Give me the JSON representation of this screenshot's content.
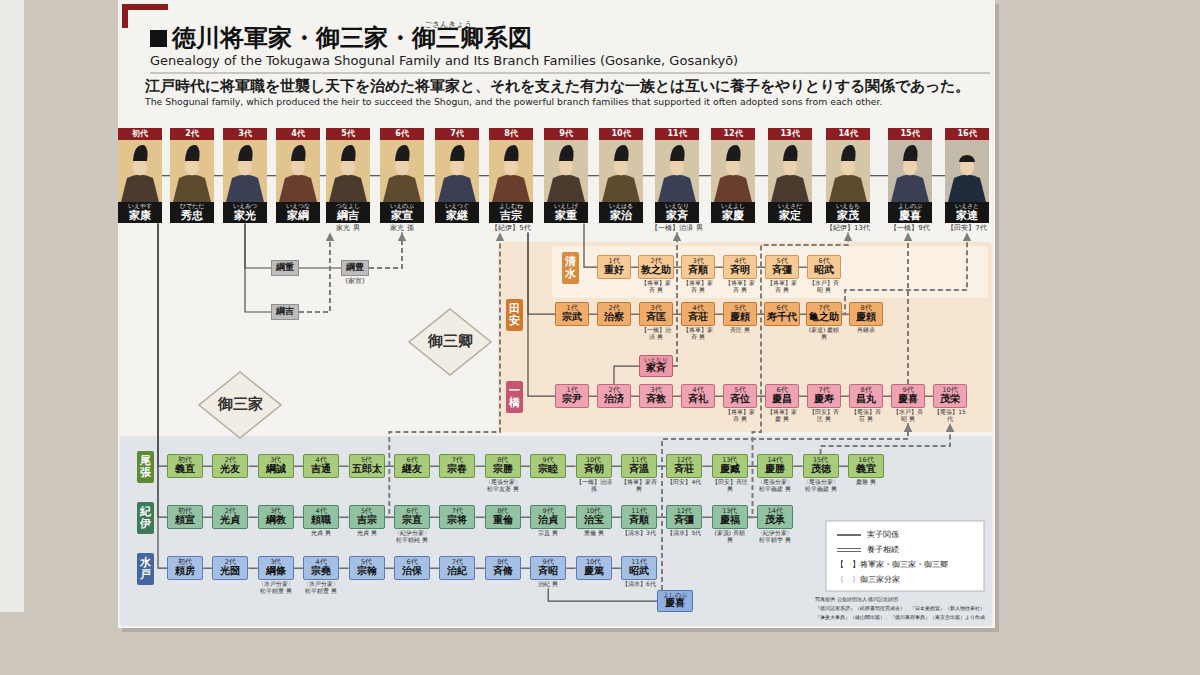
{
  "diagram": {
    "title": "徳川将軍家・御三家・御三卿系図",
    "nodes": [
      {
        "text": [
          "初代",
          "いえやす",
          "家康"
        ]
      },
      {
        "text": [
          "2代",
          "ひでただ",
          "秀忠"
        ]
      },
      {
        "text": [
          "3代",
          "いえみつ",
          "家光"
        ]
      },
      {
        "text": [
          "4代",
          "いえつな",
          "家綱"
        ]
      },
      {
        "text": [
          "5代",
          "つなよし",
          "綱吉",
          "家光 男"
        ]
      },
      {
        "text": [
          "6代",
          "いえのぶ",
          "家宣",
          "家光 孫"
        ]
      },
      {
        "text": [
          "7代",
          "いえつぐ",
          "家継"
        ]
      },
      {
        "text": [
          "8代",
          "よしむね",
          "吉宗",
          "【紀伊】5代"
        ]
      },
      {
        "text": [
          "9代",
          "いえしげ",
          "家重"
        ]
      },
      {
        "text": [
          "10代",
          "いえはる",
          "家治"
        ]
      },
      {
        "text": [
          "11代",
          "いえなり",
          "家斉",
          "【一橋】治済 男"
        ]
      },
      {
        "text": [
          "12代",
          "いえよし",
          "家慶"
        ]
      },
      {
        "text": [
          "13代",
          "いえさだ",
          "家定"
        ]
      },
      {
        "text": [
          "14代",
          "いえもち",
          "家茂",
          "【紀伊】13代"
        ]
      },
      {
        "text": [
          "15代",
          "よしのぶ",
          "慶喜",
          "【一橋】9代"
        ]
      },
      {
        "text": [
          "16代",
          "いえさと",
          "家達",
          "【田安】7代"
        ]
      },
      {
        "text": [
          "綱重"
        ]
      },
      {
        "text": [
          "綱豊",
          "(家宣)"
        ]
      },
      {
        "text": [
          "綱吉"
        ]
      },
      {
        "text": [
          "御三卿"
        ]
      },
      {
        "text": [
          "清水"
        ]
      },
      {
        "text": [
          "1代",
          "重好"
        ]
      },
      {
        "text": [
          "2代",
          "敦之助",
          "【将軍】家斉 男"
        ]
      },
      {
        "text": [
          "3代",
          "斉順",
          "【将軍】家斉 男"
        ]
      },
      {
        "text": [
          "4代",
          "斉明",
          "【将軍】家斉 男"
        ]
      },
      {
        "text": [
          "5代",
          "斉彊",
          "【将軍】家斉 男"
        ]
      },
      {
        "text": [
          "6代",
          "昭武",
          "【水戸】斉昭 男"
        ]
      },
      {
        "text": [
          "田安"
        ]
      },
      {
        "text": [
          "1代",
          "宗武"
        ]
      },
      {
        "text": [
          "2代",
          "治察"
        ]
      },
      {
        "text": [
          "3代",
          "斉匡",
          "【一橋】治済 男"
        ]
      },
      {
        "text": [
          "4代",
          "斉荘",
          "【将軍】家斉 男"
        ]
      },
      {
        "text": [
          "5代",
          "慶頼",
          "斉匡 男"
        ]
      },
      {
        "text": [
          "6代",
          "寿千代"
        ]
      },
      {
        "text": [
          "7代",
          "亀之助",
          "(家達) 慶頼 男"
        ]
      },
      {
        "text": [
          "8代",
          "慶頼",
          "再継承"
        ]
      },
      {
        "text": [
          "いえなり",
          "家斉"
        ]
      },
      {
        "text": [
          "一橋"
        ]
      },
      {
        "text": [
          "1代",
          "宗尹"
        ]
      },
      {
        "text": [
          "2代",
          "治済"
        ]
      },
      {
        "text": [
          "3代",
          "斉敦"
        ]
      },
      {
        "text": [
          "4代",
          "斉礼"
        ]
      },
      {
        "text": [
          "5代",
          "斉位",
          "【将軍】家斉 男"
        ]
      },
      {
        "text": [
          "6代",
          "慶昌",
          "【将軍】家慶 男"
        ]
      },
      {
        "text": [
          "7代",
          "慶寿",
          "【田安】斉匡 男"
        ]
      },
      {
        "text": [
          "8代",
          "昌丸",
          "【尾張】斉荘 男"
        ]
      },
      {
        "text": [
          "9代",
          "慶喜",
          "【水戸】斉昭 男"
        ]
      },
      {
        "text": [
          "10代",
          "茂栄",
          "【尾張】15代"
        ]
      },
      {
        "text": [
          "御三家"
        ]
      },
      {
        "text": [
          "尾張"
        ]
      },
      {
        "text": [
          "初代",
          "義直"
        ]
      },
      {
        "text": [
          "2代",
          "光友"
        ]
      },
      {
        "text": [
          "3代",
          "綱誠"
        ]
      },
      {
        "text": [
          "4代",
          "吉通"
        ]
      },
      {
        "text": [
          "5代",
          "五郎太"
        ]
      },
      {
        "text": [
          "6代",
          "継友"
        ]
      },
      {
        "text": [
          "7代",
          "宗春"
        ]
      },
      {
        "text": [
          "8代",
          "宗勝",
          "〈尾張分家〉松平友著 男"
        ]
      },
      {
        "text": [
          "9代",
          "宗睦"
        ]
      },
      {
        "text": [
          "10代",
          "斉朝",
          "【一橋】治済 孫"
        ]
      },
      {
        "text": [
          "11代",
          "斉温",
          "【将軍】家斉 男"
        ]
      },
      {
        "text": [
          "12代",
          "斉荘",
          "【田安】4代"
        ]
      },
      {
        "text": [
          "13代",
          "慶臧",
          "【田安】斉匡 男"
        ]
      },
      {
        "text": [
          "14代",
          "慶勝",
          "〈尾張分家〉松平義建 男"
        ]
      },
      {
        "text": [
          "15代",
          "茂徳",
          "〈尾張分家〉松平義建 男"
        ]
      },
      {
        "text": [
          "16代",
          "義宜",
          "慶勝 男"
        ]
      },
      {
        "text": [
          "紀伊"
        ]
      },
      {
        "text": [
          "初代",
          "頼宣"
        ]
      },
      {
        "text": [
          "2代",
          "光貞"
        ]
      },
      {
        "text": [
          "3代",
          "綱教"
        ]
      },
      {
        "text": [
          "4代",
          "頼職",
          "光貞 男"
        ]
      },
      {
        "text": [
          "5代",
          "吉宗",
          "光貞 男"
        ]
      },
      {
        "text": [
          "6代",
          "宗直",
          "〈紀伊分家〉松平頼純 男"
        ]
      },
      {
        "text": [
          "7代",
          "宗将"
        ]
      },
      {
        "text": [
          "8代",
          "重倫"
        ]
      },
      {
        "text": [
          "9代",
          "治貞",
          "宗直 男"
        ]
      },
      {
        "text": [
          "10代",
          "治宝",
          "重倫 男"
        ]
      },
      {
        "text": [
          "11代",
          "斉順",
          "【清水】3代"
        ]
      },
      {
        "text": [
          "12代",
          "斉彊",
          "【清水】5代"
        ]
      },
      {
        "text": [
          "13代",
          "慶福",
          "(家茂) 斉順 男"
        ]
      },
      {
        "text": [
          "14代",
          "茂承",
          "〈紀伊分家〉松平頼学 男"
        ]
      },
      {
        "text": [
          "水戸"
        ]
      },
      {
        "text": [
          "初代",
          "頼房"
        ]
      },
      {
        "text": [
          "2代",
          "光圀"
        ]
      },
      {
        "text": [
          "3代",
          "綱條",
          "〈水戸分家〉松平頼重 男"
        ]
      },
      {
        "text": [
          "4代",
          "宗堯",
          "〈水戸分家〉松平頼豊 男"
        ]
      },
      {
        "text": [
          "5代",
          "宗翰"
        ]
      },
      {
        "text": [
          "6代",
          "治保"
        ]
      },
      {
        "text": [
          "7代",
          "治紀"
        ]
      },
      {
        "text": [
          "8代",
          "斉脩"
        ]
      },
      {
        "text": [
          "9代",
          "斉昭",
          "治紀 男"
        ]
      },
      {
        "text": [
          "10代",
          "慶篤"
        ]
      },
      {
        "text": [
          "11代",
          "昭武",
          "【清水】6代"
        ]
      },
      {
        "text": [
          "よしのぶ",
          "慶喜"
        ]
      }
    ],
    "edges": [
      {
        "from": 0,
        "to": 1,
        "arrow": "none"
      },
      {
        "from": 1,
        "to": 2,
        "arrow": "none"
      },
      {
        "from": 2,
        "to": 3,
        "arrow": "none"
      },
      {
        "from": 3,
        "to": 4,
        "arrow": "none"
      },
      {
        "from": 4,
        "to": 5,
        "arrow": "none"
      },
      {
        "from": 5,
        "to": 6,
        "arrow": "none"
      },
      {
        "from": 6,
        "to": 7,
        "arrow": "none"
      },
      {
        "from": 7,
        "to": 8,
        "arrow": "none"
      },
      {
        "from": 8,
        "to": 9,
        "arrow": "none"
      },
      {
        "from": 9,
        "to": 10,
        "arrow": "none"
      },
      {
        "from": 10,
        "to": 11,
        "arrow": "none"
      },
      {
        "from": 11,
        "to": 12,
        "arrow": "none"
      },
      {
        "from": 12,
        "to": 13,
        "arrow": "none"
      },
      {
        "from": 13,
        "to": 14,
        "arrow": "none"
      },
      {
        "from": 14,
        "to": 15,
        "arrow": "none"
      },
      {
        "from": 2,
        "to": 16,
        "arrow": "none"
      },
      {
        "from": 2,
        "to": 18,
        "arrow": "none"
      },
      {
        "from": 16,
        "to": 17,
        "arrow": "none"
      },
      {
        "from": 17,
        "to": 5,
        "arrow": "to"
      },
      {
        "from": 18,
        "to": 4,
        "arrow": "to"
      },
      {
        "from": 8,
        "to": 21,
        "arrow": "none"
      },
      {
        "from": 7,
        "to": 28,
        "arrow": "none"
      },
      {
        "from": 7,
        "to": 38,
        "arrow": "none"
      },
      {
        "from": 21,
        "to": 22,
        "arrow": "none"
      },
      {
        "from": 22,
        "to": 23,
        "arrow": "none"
      },
      {
        "from": 23,
        "to": 24,
        "arrow": "none"
      },
      {
        "from": 24,
        "to": 25,
        "arrow": "none"
      },
      {
        "from": 25,
        "to": 26,
        "arrow": "none"
      },
      {
        "from": 28,
        "to": 29,
        "arrow": "none"
      },
      {
        "from": 29,
        "to": 30,
        "arrow": "none"
      },
      {
        "from": 30,
        "to": 31,
        "arrow": "none"
      },
      {
        "from": 31,
        "to": 32,
        "arrow": "none"
      },
      {
        "from": 32,
        "to": 33,
        "arrow": "none"
      },
      {
        "from": 33,
        "to": 34,
        "arrow": "none"
      },
      {
        "from": 34,
        "to": 35,
        "arrow": "none"
      },
      {
        "from": 38,
        "to": 39,
        "arrow": "none"
      },
      {
        "from": 39,
        "to": 40,
        "arrow": "none"
      },
      {
        "from": 40,
        "to": 41,
        "arrow": "none"
      },
      {
        "from": 41,
        "to": 42,
        "arrow": "none"
      },
      {
        "from": 42,
        "to": 43,
        "arrow": "none"
      },
      {
        "from": 43,
        "to": 44,
        "arrow": "none"
      },
      {
        "from": 44,
        "to": 45,
        "arrow": "none"
      },
      {
        "from": 45,
        "to": 46,
        "arrow": "none"
      },
      {
        "from": 46,
        "to": 47,
        "arrow": "none"
      },
      {
        "from": 39,
        "to": 36,
        "arrow": "none"
      },
      {
        "from": 36,
        "to": 10,
        "arrow": "to"
      },
      {
        "from": 34,
        "to": 15,
        "arrow": "to"
      },
      {
        "from": 46,
        "to": 14,
        "arrow": "to"
      },
      {
        "from": 0,
        "to": 50,
        "arrow": "none"
      },
      {
        "from": 0,
        "to": 67,
        "arrow": "none"
      },
      {
        "from": 0,
        "to": 82,
        "arrow": "none"
      },
      {
        "from": 50,
        "to": 51,
        "arrow": "none"
      },
      {
        "from": 51,
        "to": 52,
        "arrow": "none"
      },
      {
        "from": 52,
        "to": 53,
        "arrow": "none"
      },
      {
        "from": 53,
        "to": 54,
        "arrow": "none"
      },
      {
        "from": 54,
        "to": 55,
        "arrow": "none"
      },
      {
        "from": 55,
        "to": 56,
        "arrow": "none"
      },
      {
        "from": 56,
        "to": 57,
        "arrow": "none"
      },
      {
        "from": 57,
        "to": 58,
        "arrow": "none"
      },
      {
        "from": 58,
        "to": 59,
        "arrow": "none"
      },
      {
        "from": 59,
        "to": 60,
        "arrow": "none"
      },
      {
        "from": 60,
        "to": 61,
        "arrow": "none"
      },
      {
        "from": 61,
        "to": 62,
        "arrow": "none"
      },
      {
        "from": 62,
        "to": 63,
        "arrow": "none"
      },
      {
        "from": 63,
        "to": 64,
        "arrow": "none"
      },
      {
        "from": 64,
        "to": 65,
        "arrow": "none"
      },
      {
        "from": 67,
        "to": 68,
        "arrow": "none"
      },
      {
        "from": 68,
        "to": 69,
        "arrow": "none"
      },
      {
        "from": 69,
        "to": 70,
        "arrow": "none"
      },
      {
        "from": 70,
        "to": 71,
        "arrow": "none"
      },
      {
        "from": 71,
        "to": 72,
        "arrow": "none"
      },
      {
        "from": 72,
        "to": 73,
        "arrow": "none"
      },
      {
        "from": 73,
        "to": 74,
        "arrow": "none"
      },
      {
        "from": 74,
        "to": 75,
        "arrow": "none"
      },
      {
        "from": 75,
        "to": 76,
        "arrow": "none"
      },
      {
        "from": 76,
        "to": 77,
        "arrow": "none"
      },
      {
        "from": 77,
        "to": 78,
        "arrow": "none"
      },
      {
        "from": 78,
        "to": 79,
        "arrow": "none"
      },
      {
        "from": 79,
        "to": 80,
        "arrow": "none"
      },
      {
        "from": 82,
        "to": 83,
        "arrow": "none"
      },
      {
        "from": 83,
        "to": 84,
        "arrow": "none"
      },
      {
        "from": 84,
        "to": 85,
        "arrow": "none"
      },
      {
        "from": 85,
        "to": 86,
        "arrow": "none"
      },
      {
        "from": 86,
        "to": 87,
        "arrow": "none"
      },
      {
        "from": 87,
        "to": 88,
        "arrow": "none"
      },
      {
        "from": 88,
        "to": 89,
        "arrow": "none"
      },
      {
        "from": 89,
        "to": 90,
        "arrow": "none"
      },
      {
        "from": 90,
        "to": 91,
        "arrow": "none"
      },
      {
        "from": 91,
        "to": 92,
        "arrow": "none"
      },
      {
        "from": 90,
        "to": 93,
        "arrow": "none"
      },
      {
        "from": 93,
        "to": 46,
        "arrow": "to"
      },
      {
        "from": 71,
        "to": 7,
        "arrow": "to"
      },
      {
        "from": 79,
        "to": 13,
        "arrow": "to"
      },
      {
        "from": 64,
        "to": 47,
        "arrow": "to"
      }
    ],
    "labels": [
      "ごさんきょう",
      "Genealogy of the Tokugawa Shogunal Family and Its Branch Families (Gosanke, Gosankyō)",
      "江戸時代に将軍職を世襲し天下を治めた将軍家と、それを支えた有力な一族とは互いに養子をやりとりする関係であった。",
      "The Shogunal family, which produced the heir to succeed the Shogun, and the powerful branch families that supported it often adopted sons from each other.",
      "写真提供 公益財団法人 徳川記念財団",
      "『徳川諸家系譜』（続群書類従完成会）、『日本史総覧』（新人物往来社）",
      "『藩史大事典』（雄山閣出版）、『徳川幕府事典』（東京堂出版）より作成"
    ],
    "legend": [
      {
        "text": "実子関係"
      },
      {
        "text": "養子相続"
      },
      {
        "text": "【　】将軍家・御三家・御三卿"
      },
      {
        "text": "〈　〉御三家分家"
      }
    ]
  }
}
